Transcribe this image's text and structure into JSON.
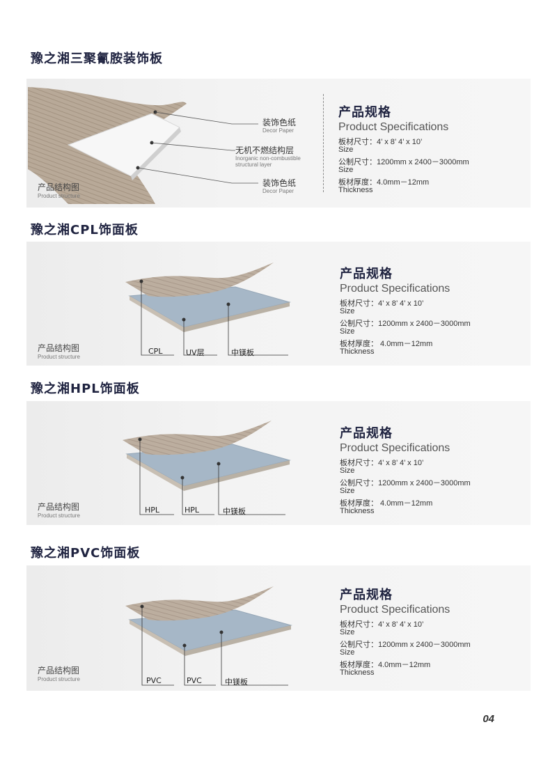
{
  "sections": [
    {
      "title": "豫之湘三聚氰胺装饰板",
      "structure_cn": "产品结构图",
      "structure_en": "Product structure",
      "callouts": [
        {
          "cn": "装饰色纸",
          "en": "Decor Paper"
        },
        {
          "cn": "无机不燃结构层",
          "en1": "Inorganic non-combustible",
          "en2": "structural layer"
        },
        {
          "cn": "装饰色纸",
          "en": "Decor Paper"
        }
      ],
      "spec_title_cn": "产品规格",
      "spec_title_en": "Product Specifications",
      "specs": [
        {
          "line": "板材尺寸：4’ x 8’   4’ x 10’",
          "en": "Size"
        },
        {
          "line": "公制尺寸：1200mm x 2400－3000mm",
          "en": "Size"
        },
        {
          "line": "板材厚度：4.0mm－12mm",
          "en": "Thickness"
        }
      ]
    },
    {
      "title": "豫之湘CPL饰面板",
      "structure_cn": "产品结构图",
      "structure_en": "Product structure",
      "layers": [
        "CPL",
        "UV层",
        "中镁板"
      ],
      "spec_title_cn": "产品规格",
      "spec_title_en": "Product Specifications",
      "specs": [
        {
          "line": "板材尺寸：4’ x 8’   4’ x 10’",
          "en": "Size"
        },
        {
          "line": "公制尺寸：1200mm x 2400－3000mm",
          "en": "Size"
        },
        {
          "line": "板材厚度： 4.0mm－12mm",
          "en": "Thickness"
        }
      ]
    },
    {
      "title": "豫之湘HPL饰面板",
      "structure_cn": "产品结构图",
      "structure_en": "Product structure",
      "layers": [
        "HPL",
        "HPL",
        "中镁板"
      ],
      "spec_title_cn": "产品规格",
      "spec_title_en": "Product Specifications",
      "specs": [
        {
          "line": "板材尺寸：4’ x 8’   4’ x 10’",
          "en": "Size"
        },
        {
          "line": "公制尺寸：1200mm x 2400－3000mm",
          "en": "Size"
        },
        {
          "line": "板材厚度： 4.0mm－12mm",
          "en": "Thickness"
        }
      ]
    },
    {
      "title": "豫之湘PVC饰面板",
      "structure_cn": "产品结构图",
      "structure_en": "Product structure",
      "layers": [
        "PVC",
        "PVC",
        "中镁板"
      ],
      "spec_title_cn": "产品规格",
      "spec_title_en": "Product Specifications",
      "specs": [
        {
          "line": "板材尺寸：4’ x 8’   4’ x 10’",
          "en": "Size"
        },
        {
          "line": "公制尺寸：1200mm x 2400－3000mm",
          "en": "Size"
        },
        {
          "line": "板材厚度：4.0mm－12mm",
          "en": "Thickness"
        }
      ]
    }
  ],
  "page_number": "04",
  "colors": {
    "title": "#1f2340",
    "wood": "#b9aa9b",
    "board": "#a9b9c8",
    "core": "#c8c0b4"
  }
}
